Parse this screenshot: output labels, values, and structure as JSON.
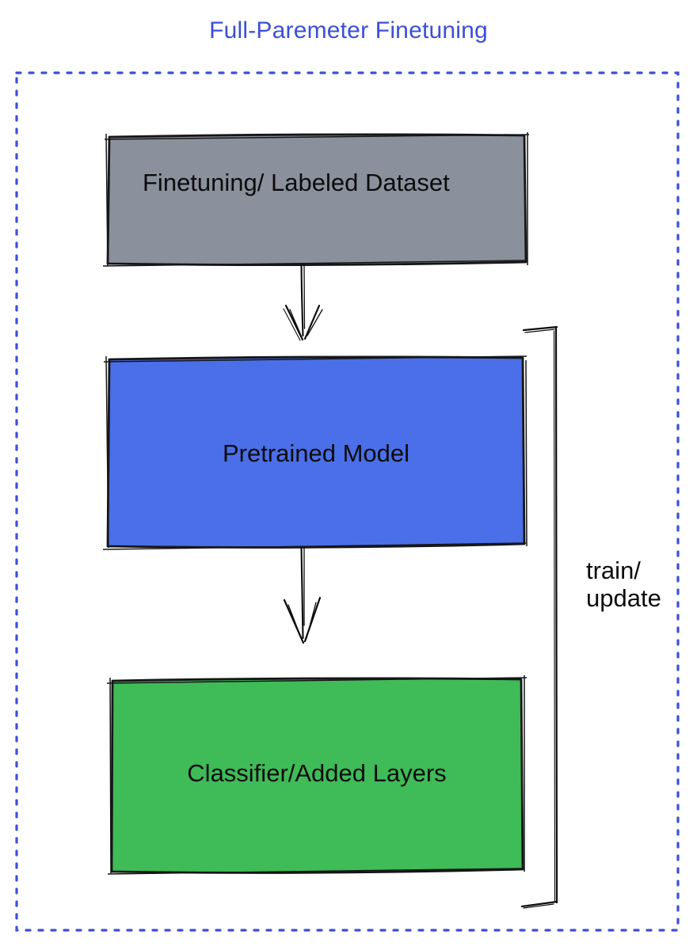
{
  "title": {
    "text": "Full-Paremeter Finetuning",
    "color": "#3c4fd9"
  },
  "frame": {
    "style": "dotted",
    "color": "#3c4fd9"
  },
  "nodes": [
    {
      "id": "finetuning-dataset",
      "label": "Finetuning/ Labeled Dataset",
      "fill": "#8a919d"
    },
    {
      "id": "pretrained-model",
      "label": "Pretrained Model",
      "fill": "#4a6fe8"
    },
    {
      "id": "classifier-added-layers",
      "label": "Classifier/Added Layers",
      "fill": "#3fbb58"
    }
  ],
  "edges": [
    {
      "from": "finetuning-dataset",
      "to": "pretrained-model",
      "type": "arrow-down"
    },
    {
      "from": "pretrained-model",
      "to": "classifier-added-layers",
      "type": "arrow-down"
    }
  ],
  "bracket": {
    "line1": "train/",
    "line2": "update"
  }
}
